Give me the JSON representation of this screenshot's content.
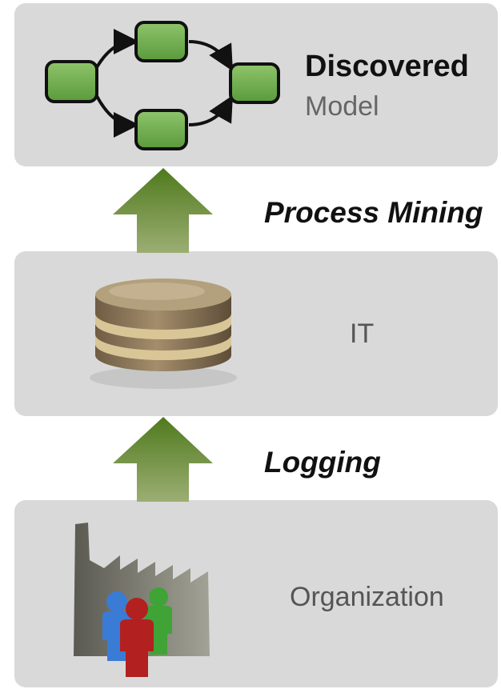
{
  "layers": {
    "model": {
      "title": "Discovered",
      "subtitle": "Model"
    },
    "it": {
      "label": "IT"
    },
    "organization": {
      "label": "Organization"
    }
  },
  "transitions": {
    "process_mining": "Process Mining",
    "logging": "Logging"
  },
  "colors": {
    "panel": "#d9d9d9",
    "arrow_green": "#6b8a35",
    "node_green": "#6aa84f",
    "database_brown": "#8a7558"
  }
}
